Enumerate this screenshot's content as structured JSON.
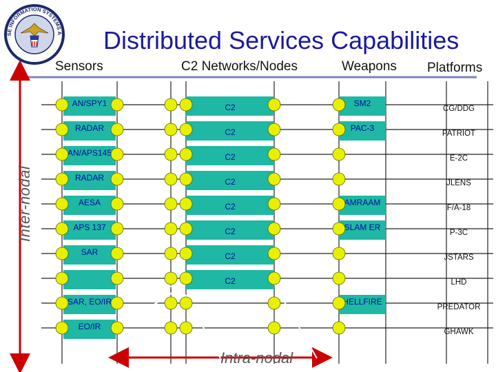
{
  "title": "Distributed Services Capabilities",
  "columns": {
    "sensors": "Sensors",
    "c2": "C2 Networks/Nodes",
    "weapons": "Weapons",
    "platforms": "Platforms"
  },
  "labels": {
    "inter_nodal": "Inter-nodal",
    "intra_nodal": "Intra-nodal"
  },
  "logo_text": "DEFENSE INFORMATION SYSTEMS AGENCY",
  "rows": [
    {
      "sensor": "AN/SPY1",
      "c2": "C2",
      "weapon": "SM2",
      "platform": "CG/DDG"
    },
    {
      "sensor": "RADAR",
      "c2": "C2",
      "weapon": "PAC-3",
      "platform": "PATRIOT"
    },
    {
      "sensor": "AN/APS145",
      "c2": "C2",
      "weapon": "",
      "platform": "E-2C"
    },
    {
      "sensor": "RADAR",
      "c2": "C2",
      "weapon": "",
      "platform": "JLENS"
    },
    {
      "sensor": "AESA",
      "c2": "C2",
      "weapon": "AMRAAM",
      "platform": "F/A-18"
    },
    {
      "sensor": "APS 137",
      "c2": "C2",
      "weapon": "SLAM ER",
      "platform": "P-3C"
    },
    {
      "sensor": "SAR",
      "c2": "C2",
      "weapon": "",
      "platform": "JSTARS"
    },
    {
      "sensor": "",
      "c2": "C2",
      "weapon": "",
      "platform": "LHD"
    },
    {
      "sensor": "SAR, EO/IR",
      "c2": "",
      "weapon": "HELLFIRE",
      "platform": "PREDATOR"
    },
    {
      "sensor": "EO/IR",
      "c2": "",
      "weapon": "",
      "platform": "GHAWK"
    }
  ],
  "colors": {
    "title": "#1a1aa0",
    "box": "#1fb8a4",
    "box_text": "#0a0aa0",
    "node": "#e8f000",
    "grid": "#222222",
    "header_rule": "#8080c0",
    "arrow": "#cc0000",
    "connector": "#ffffff"
  }
}
